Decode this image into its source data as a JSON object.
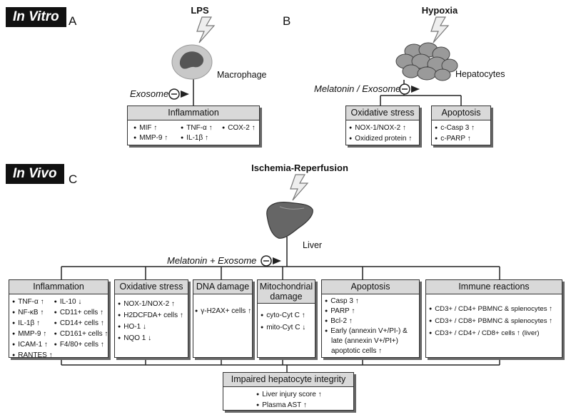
{
  "panels": {
    "in_vitro": {
      "tag": "In Vitro"
    },
    "in_vivo": {
      "tag": "In Vivo"
    },
    "a": {
      "letter": "A",
      "stimulus": "LPS",
      "cell": "Macrophage",
      "inhibitor": "Exosome",
      "box": {
        "title": "Inflammation",
        "items": [
          "MIF ↑",
          "TNF-α ↑",
          "COX-2 ↑",
          "MMP-9 ↑",
          "IL-1β ↑"
        ]
      }
    },
    "b": {
      "letter": "B",
      "stimulus": "Hypoxia",
      "cell": "Hepatocytes",
      "inhibitor": "Melatonin / Exosome",
      "boxes": [
        {
          "title": "Oxidative stress",
          "items": [
            "NOX-1/NOX-2 ↑",
            "Oxidized protein ↑"
          ]
        },
        {
          "title": "Apoptosis",
          "items": [
            "c-Casp 3 ↑",
            "c-PARP ↑"
          ]
        }
      ]
    },
    "c": {
      "letter": "C",
      "stimulus": "Ischemia-Reperfusion",
      "organ": "Liver",
      "inhibitor": "Melatonin + Exosome",
      "boxes": [
        {
          "title": "Inflammation",
          "col1": [
            "TNF-α ↑",
            "NF-κB ↑",
            "IL-1β ↑",
            "MMP-9 ↑",
            "ICAM-1 ↑",
            "RANTES ↑"
          ],
          "col2": [
            "IL-10 ↓",
            "CD11+ cells ↑",
            "CD14+ cells ↑",
            "CD161+ cells ↑",
            "F4/80+ cells ↑"
          ]
        },
        {
          "title": "Oxidative stress",
          "items": [
            "NOX-1/NOX-2 ↑",
            "H2DCFDA+ cells ↑",
            "HO-1 ↓",
            "NQO 1 ↓"
          ]
        },
        {
          "title": "DNA damage",
          "items": [
            "γ-H2AX+ cells ↑"
          ]
        },
        {
          "title": "Mitochondrial damage",
          "items": [
            "cyto-Cyt C ↑",
            "mito-Cyt C ↓"
          ]
        },
        {
          "title": "Apoptosis",
          "items": [
            "Casp 3 ↑",
            "PARP ↑",
            "Bcl-2 ↑",
            "Early (annexin V+/PI-) &",
            "late (annexin V+/PI+)",
            "apoptotic cells ↑"
          ]
        },
        {
          "title": "Immune reactions",
          "items": [
            "CD3+ / CD4+ PBMNC & splenocytes ↑",
            "CD3+ / CD8+ PBMNC & splenocytes ↑",
            "CD3+ / CD4+ / CD8+ cells ↑ (liver)"
          ]
        }
      ],
      "outcome": {
        "title": "Impaired hepatocyte integrity",
        "items": [
          "Liver injury score ↑",
          "Plasma AST ↑"
        ]
      }
    }
  },
  "icons": [
    "lightning-icon",
    "macrophage-icon",
    "hepatocytes-icon",
    "liver-icon",
    "inhibition-icon"
  ]
}
